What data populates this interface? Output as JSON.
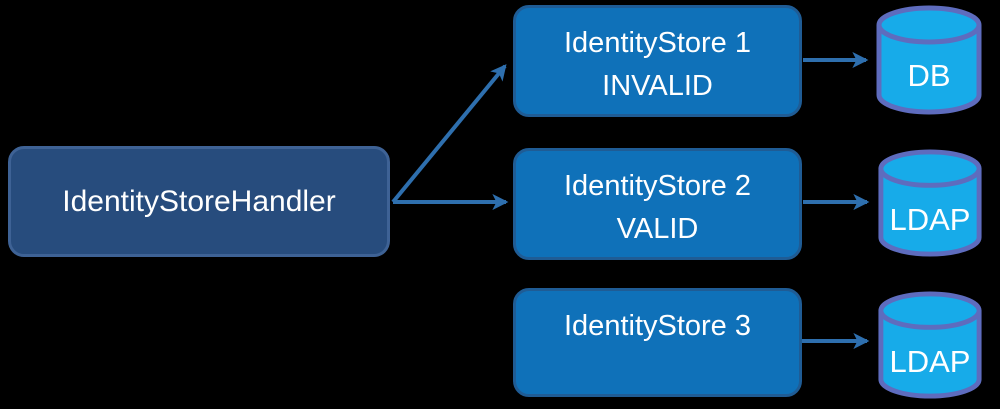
{
  "diagram": {
    "handler": {
      "label": "IdentityStoreHandler"
    },
    "stores": [
      {
        "line1": "IdentityStore 1",
        "line2": "INVALID"
      },
      {
        "line1": "IdentityStore 2",
        "line2": "VALID"
      },
      {
        "line1": "IdentityStore 3",
        "line2": ""
      }
    ],
    "databases": [
      {
        "label": "DB"
      },
      {
        "label": "LDAP"
      },
      {
        "label": "LDAP"
      }
    ],
    "connections": [
      {
        "from": "IdentityStoreHandler",
        "to": "IdentityStore 1"
      },
      {
        "from": "IdentityStoreHandler",
        "to": "IdentityStore 2"
      },
      {
        "from": "IdentityStore 1",
        "to": "DB"
      },
      {
        "from": "IdentityStore 2",
        "to": "LDAP"
      },
      {
        "from": "IdentityStore 3",
        "to": "LDAP"
      }
    ],
    "colors": {
      "background": "#000000",
      "handler_fill": "#274C7D",
      "handler_border": "#3E6295",
      "store_fill": "#0F71B9",
      "store_border": "#1F5C95",
      "cylinder_fill": "#17ABE9",
      "cylinder_border": "#5E6CBE",
      "arrow": "#2E6FAE",
      "text": "#FFFFFF"
    }
  }
}
